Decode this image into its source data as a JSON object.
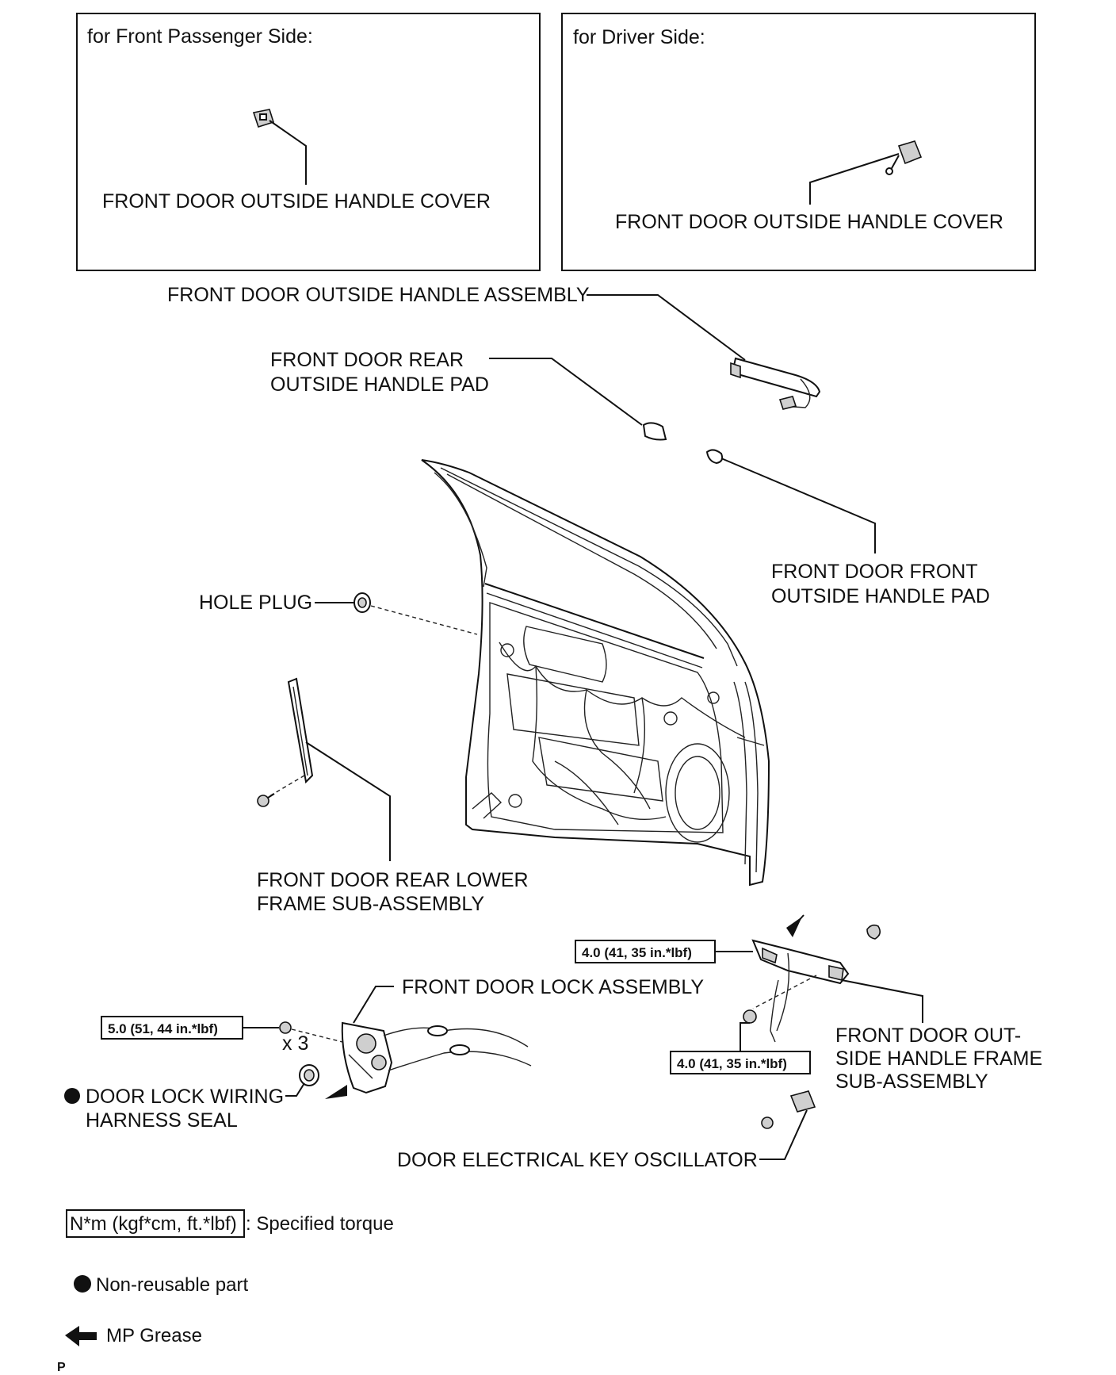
{
  "panels": {
    "passenger": {
      "title": "for Front Passenger Side:",
      "label": "FRONT DOOR OUTSIDE HANDLE COVER"
    },
    "driver": {
      "title": "for Driver Side:",
      "label": "FRONT DOOR OUTSIDE HANDLE COVER"
    }
  },
  "labels": {
    "outside_handle_assembly": "FRONT DOOR OUTSIDE HANDLE ASSEMBLY",
    "rear_pad_1": "FRONT DOOR REAR",
    "rear_pad_2": "OUTSIDE HANDLE PAD",
    "front_pad_1": "FRONT DOOR FRONT",
    "front_pad_2": "OUTSIDE HANDLE PAD",
    "hole_plug": "HOLE PLUG",
    "rear_lower_frame_1": "FRONT DOOR REAR LOWER",
    "rear_lower_frame_2": "FRAME SUB-ASSEMBLY",
    "lock_assembly": "FRONT DOOR LOCK ASSEMBLY",
    "harness_seal_1": "DOOR LOCK WIRING",
    "harness_seal_2": "HARNESS SEAL",
    "handle_frame_1": "FRONT DOOR OUT-",
    "handle_frame_2": "SIDE HANDLE FRAME",
    "handle_frame_3": "SUB-ASSEMBLY",
    "key_oscillator": "DOOR ELECTRICAL KEY OSCILLATOR",
    "times3": "x 3"
  },
  "torques": {
    "lock_bolts": "5.0 (51, 44 in.*lbf)",
    "frame_top": "4.0 (41, 35 in.*lbf)",
    "frame_bottom": "4.0 (41, 35 in.*lbf)"
  },
  "legend": {
    "torque_unit": "N*m (kgf*cm, ft.*lbf)",
    "torque_text": ": Specified torque",
    "nonreusable": "Non-reusable part",
    "grease": "MP Grease"
  },
  "corner_mark": "P"
}
